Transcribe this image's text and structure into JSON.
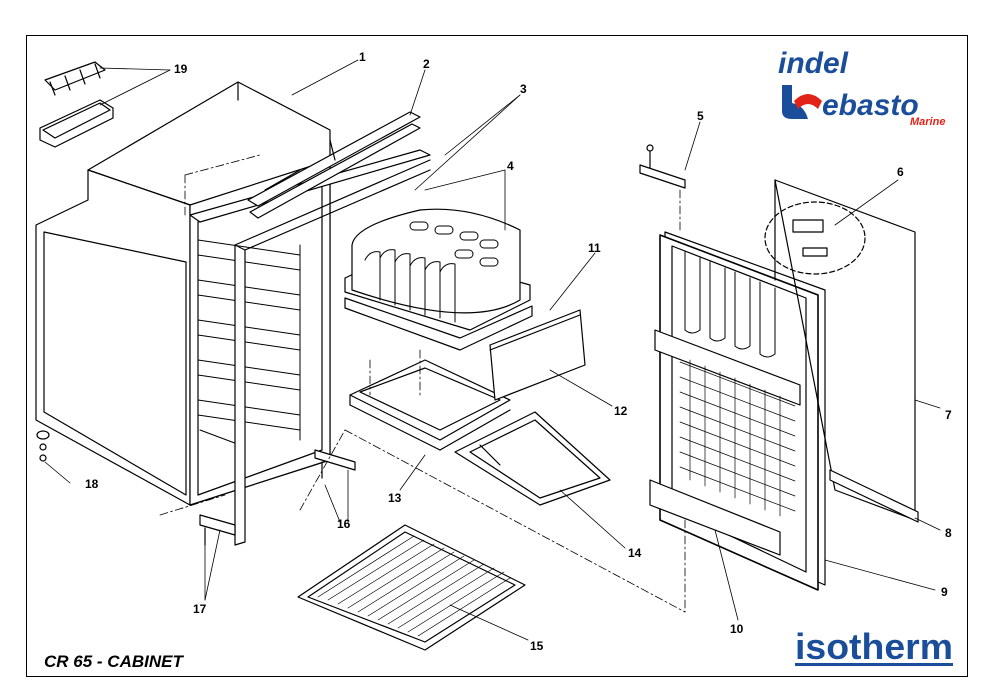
{
  "title": "CR 65 - CABINET",
  "brand": {
    "indel_line1": "indel",
    "webasto_initial": "W",
    "webasto_rest": "ebasto",
    "marine": "Marine",
    "isotherm": "isotherm",
    "colors": {
      "blue": "#1a4d9a",
      "red": "#e2231a"
    }
  },
  "callouts": [
    "1",
    "2",
    "3",
    "4",
    "5",
    "6",
    "7",
    "8",
    "9",
    "10",
    "11",
    "12",
    "13",
    "14",
    "15",
    "16",
    "17",
    "18",
    "19"
  ]
}
